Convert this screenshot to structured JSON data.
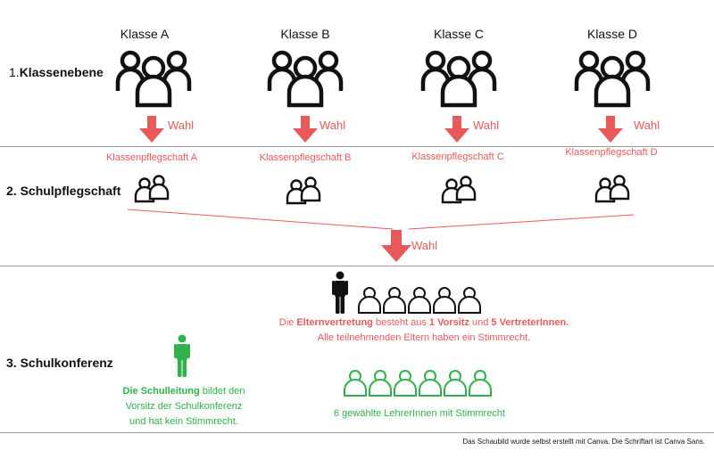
{
  "classes": [
    {
      "label": "Klasse A",
      "pflegschaft": "Klassenpflegschaft A"
    },
    {
      "label": "Klasse B",
      "pflegschaft": "Klassenpflegschaft B"
    },
    {
      "label": "Klasse C",
      "pflegschaft": "Klassenpflegschaft C"
    },
    {
      "label": "Klasse D",
      "pflegschaft": "Klassenpflegschaft D"
    }
  ],
  "sections": {
    "klassenebene": {
      "num": "1.",
      "title": "Klassenebene"
    },
    "schulpflegschaft": {
      "title": "2. Schulpflegschaft"
    },
    "schulkonferenz": {
      "title": "3. Schulkonferenz"
    }
  },
  "wahl_label": "Wahl",
  "elternvertretung": {
    "p1": "Die ",
    "b1": "Elternvertretung",
    "p2": " besteht aus ",
    "b2": "1 Vorsitz",
    "p3": " und ",
    "b3": "5 VertreterInnen.",
    "line2": "Alle teilnehmenden Eltern haben ein Stimmrecht."
  },
  "schulleitung": {
    "b1": "Die Schulleitung",
    "p1": " bildet den",
    "line2": "Vorsitz der Schulkonferenz",
    "line3": "und hat kein Stimmrecht."
  },
  "lehrer_text": "6 gewählte LehrerInnen mit Stimmrecht",
  "footer": "Das Schaubild wurde selbst erstellt mit Canva. Die Schriftart ist Canva Sans.",
  "colors": {
    "red": "#e85a5a",
    "green": "#2fb24b",
    "black": "#111111"
  }
}
